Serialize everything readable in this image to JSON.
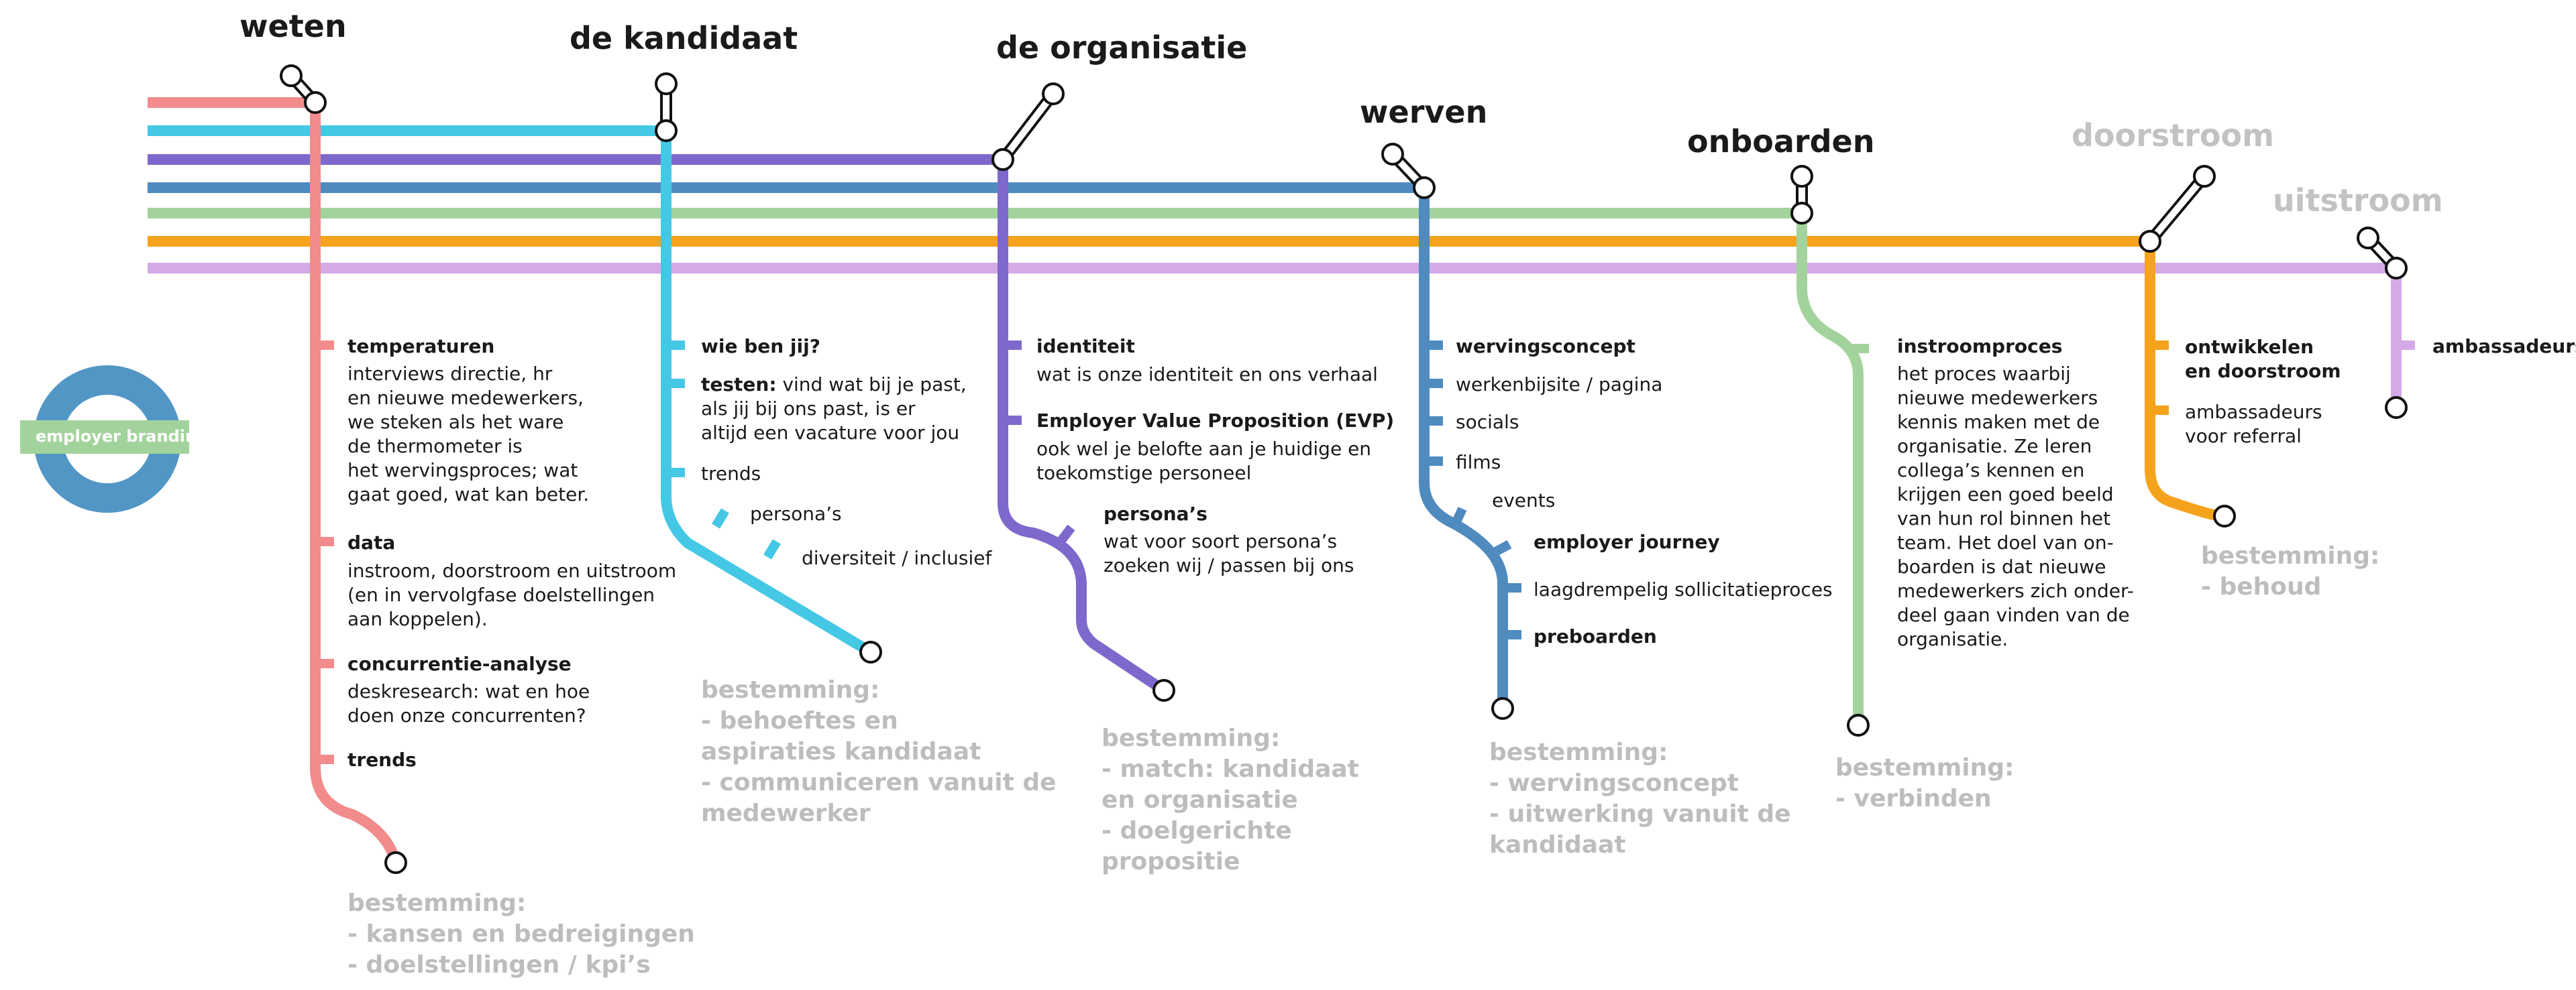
{
  "logo": {
    "label": "employer branding"
  },
  "colors": {
    "weten": "#f28b8b",
    "kandidaat": "#45c8e6",
    "organisatie": "#7f68cc",
    "werven": "#4f8bbf",
    "onboarden": "#a3d39c",
    "doorstroom": "#f5a21c",
    "uitstroom": "#d5a9e6",
    "ring": "#5296c5",
    "ring_band": "#a3d39c"
  },
  "sections": {
    "weten": "weten",
    "kandidaat": "de kandidaat",
    "organisatie": "de organisatie",
    "werven": "werven",
    "onboarden": "onboarden",
    "doorstroom": "doorstroom",
    "uitstroom": "uitstroom"
  },
  "weten": {
    "s1_label": "temperaturen",
    "s1_desc": "interviews directie, hr\nen nieuwe medewerkers,\nwe steken als het ware\nde thermometer is\nhet wervingsproces; wat\ngaat goed, wat kan beter.",
    "s2_label": "data",
    "s2_desc": "instroom, doorstroom en uitstroom\n(en in vervolgfase doelstellingen\naan koppelen).",
    "s3_label": "concurrentie-analyse",
    "s3_desc": "deskresearch: wat en hoe\ndoen onze concurrenten?",
    "s4_label": "trends",
    "dest": "bestemming:\n- kansen en bedreigingen\n- doelstellingen / kpi’s"
  },
  "kandidaat": {
    "s1_label": "wie ben jij?",
    "s2_label": "testen:",
    "s2_line1": " vind wat bij je past,",
    "s2_desc": "als jij bij ons past, is er\naltijd een vacature voor jou",
    "s3_label": "trends",
    "s4_label": "persona’s",
    "s5_label": "diversiteit / inclusief",
    "dest": "bestemming:\n- behoeftes en\n   aspiraties kandidaat\n- communiceren vanuit de\n   medewerker"
  },
  "organisatie": {
    "s1_label": "identiteit",
    "s1_desc": "wat is onze identiteit en ons verhaal",
    "s2_label": "Employer Value Proposition (EVP)",
    "s2_desc": "ook wel je belofte aan je huidige en\ntoekomstige personeel",
    "s3_label": "persona’s",
    "s3_desc": "wat voor soort persona’s\nzoeken wij / passen bij ons",
    "dest": "bestemming:\n- match: kandidaat\n   en organisatie\n- doelgerichte\n   propositie"
  },
  "werven": {
    "s1_label": "wervingsconcept",
    "s2_label": "werkenbijsite / pagina",
    "s3_label": "socials",
    "s4_label": "films",
    "s5_label": "events",
    "s6_label": "employer journey",
    "s7_label": "laagdrempelig sollicitatieproces",
    "s8_label": "preboarden",
    "dest": "bestemming:\n- wervingsconcept\n- uitwerking vanuit de\n   kandidaat"
  },
  "onboarden": {
    "s1_label": "instroomproces",
    "s1_desc": "het proces waarbij\nnieuwe medewerkers\nkennis maken met de\norganisatie. Ze leren\ncollega’s kennen en\nkrijgen een goed beeld\nvan hun rol binnen het\nteam. Het doel van on-\nboarden is dat nieuwe\nmedewerkers zich onder-\ndeel gaan vinden van de\norganisatie.",
    "dest": "bestemming:\n- verbinden"
  },
  "doorstroom": {
    "s1_label": "ontwikkelen\nen doorstroom",
    "s2_label": "ambassadeurs\nvoor referral",
    "dest": "bestemming:\n- behoud"
  },
  "uitstroom": {
    "s1_label": "ambassadeurs"
  }
}
